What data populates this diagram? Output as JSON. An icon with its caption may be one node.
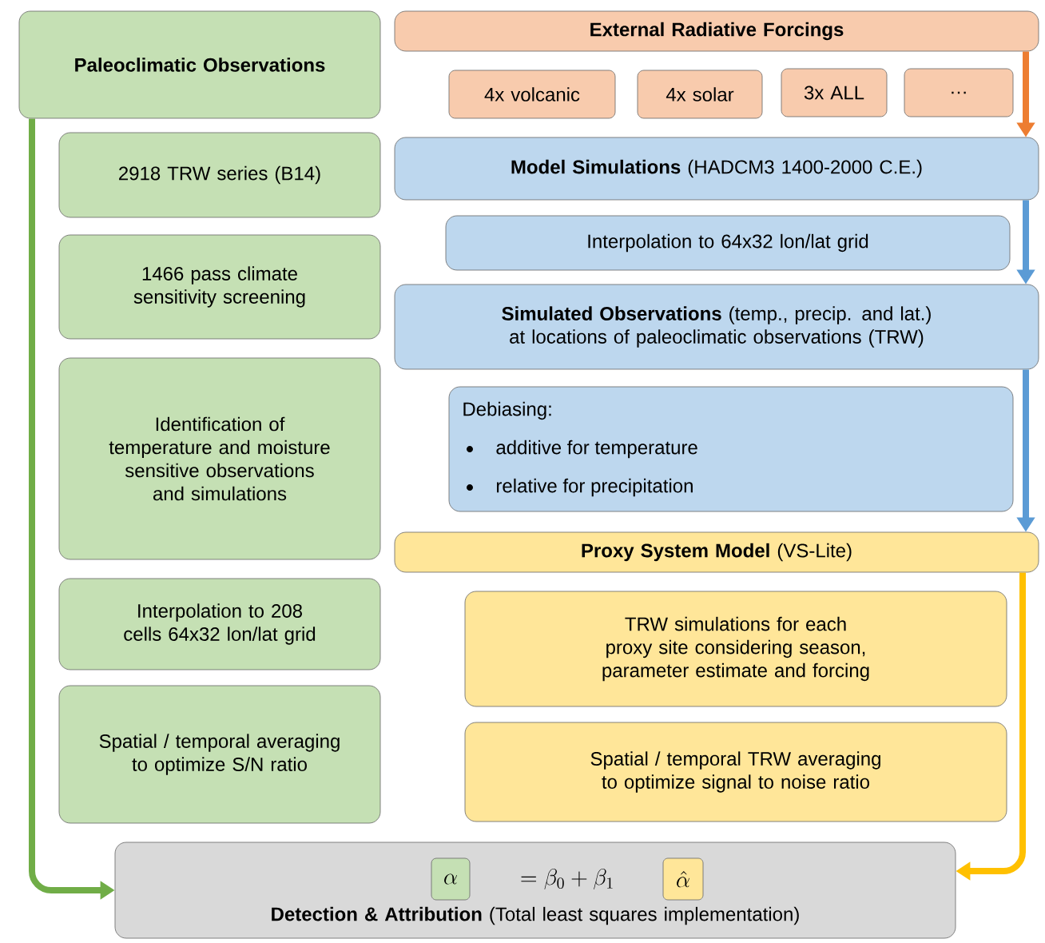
{
  "diagram": {
    "nodes": [
      {
        "text": [
          "Paleoclimatic Observations"
        ]
      },
      {
        "text": [
          "2918 TRW series (B14)"
        ]
      },
      {
        "text": [
          "1466 pass climate sensitivity screening"
        ]
      },
      {
        "text": [
          "Identification of temperature and moisture sensitive observations and simulations"
        ]
      },
      {
        "text": [
          "Interpolation to 208 cells 64x32 lon/lat grid"
        ]
      },
      {
        "text": [
          "Spatial / temporal averaging to optimize S/N ratio"
        ]
      },
      {
        "text": [
          "External Radiative Forcings"
        ]
      },
      {
        "text": [
          "4x volcanic"
        ]
      },
      {
        "text": [
          "4x solar"
        ]
      },
      {
        "text": [
          "3x ALL"
        ]
      },
      {
        "text": [
          "…"
        ]
      },
      {
        "text": [
          "**Model Simulations** (HADCM3 1400-2000 C.E.)"
        ]
      },
      {
        "text": [
          "Interpolation to 64x32 lon/lat grid"
        ]
      },
      {
        "text": [
          "**Simulated Observations** (temp., precip. and lat.) at locations of paleoclimatic observations (TRW)"
        ]
      },
      {
        "text": [
          "Debiasing:",
          "additive for temperature",
          "relative for precipitation"
        ]
      },
      {
        "text": [
          "**Proxy System Model** (VS-Lite)"
        ]
      },
      {
        "text": [
          "TRW simulations for each proxy site considering season, parameter estimate and forcing"
        ]
      },
      {
        "text": [
          "Spatial / temporal TRW averaging to optimize signal to noise ratio"
        ]
      },
      {
        "text": [
          "= \\beta_0 + \\beta_1",
          "**Detection & Attribution** (Total least squares implementation)"
        ]
      },
      {
        "text": [
          "\\alpha"
        ],
        "in": 18
      },
      {
        "text": [
          "\\hat{\\alpha}"
        ],
        "in": 18
      }
    ],
    "edges": [
      {
        "from": 0,
        "to": 18,
        "arrow": "to",
        "color": "#70ad47"
      },
      {
        "from": 6,
        "to": 11,
        "arrow": "to",
        "color": "#ed7d31"
      },
      {
        "from": 11,
        "to": 13,
        "arrow": "to",
        "color": "#5b9bd5"
      },
      {
        "from": 13,
        "to": 15,
        "arrow": "to",
        "color": "#5b9bd5"
      },
      {
        "from": 15,
        "to": 18,
        "arrow": "to",
        "color": "#ffc000"
      }
    ]
  }
}
